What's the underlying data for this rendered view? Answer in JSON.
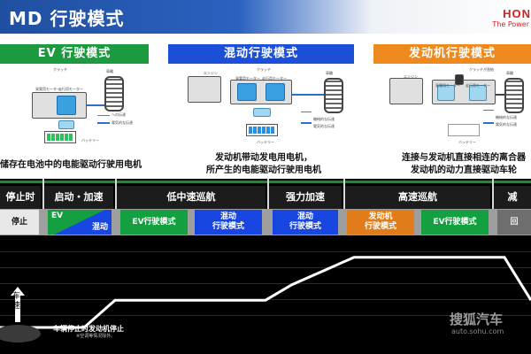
{
  "header": {
    "title": "MD 行驶模式",
    "logo": "HON",
    "logo_sub": "The Power"
  },
  "modes": [
    {
      "title": "EV 行驶模式",
      "color": "#1b9a40",
      "description": "储存在电池中的电能驱动行驶用电机",
      "diagram_labels": [
        "クラッチ",
        "発電用モーター",
        "走行用モーター",
        "車輪",
        "駆動輪",
        "への伝達",
        "電気的な伝達",
        "バッテリー"
      ]
    },
    {
      "title": "混动行驶模式",
      "color": "#1c4fd8",
      "description": "发动机带动发电用电机，\n所产生的电能驱动行驶用电机",
      "diagram_labels": [
        "エンジン",
        "クラッチ",
        "発電用モーター",
        "走行用モーター",
        "車輪",
        "機械的な伝達",
        "電気的な伝達",
        "バッテリー"
      ]
    },
    {
      "title": "发动机行驶模式",
      "color": "#ee8a1d",
      "description": "连接与发动机直接相连的离合器\n发动机的动力直接驱动车轮",
      "diagram_labels": [
        "エンジン",
        "クラッチが直結",
        "発電用モーター",
        "走行用モーター",
        "車輪",
        "機械的な伝達",
        "電気的な伝達",
        "バッテリー"
      ]
    }
  ],
  "timeline": {
    "phases": [
      "停止时",
      "启动・加速",
      "低中速巡航",
      "强力加速",
      "高速巡航",
      "减"
    ],
    "chips": [
      {
        "label": "停止",
        "style": "light"
      },
      {
        "label_a": "EV",
        "label_b": "混动",
        "style": "split"
      },
      {
        "label": "EV行驶模式",
        "style": "green"
      },
      {
        "label": "混动\n行驶模式",
        "style": "blue"
      },
      {
        "label": "混动\n行驶模式",
        "style": "blue"
      },
      {
        "label": "发动机\n行驶模式",
        "style": "orange"
      },
      {
        "label": "EV行驶模式",
        "style": "green"
      },
      {
        "label": "回",
        "style": "grey"
      }
    ],
    "y_axis_label": "车速",
    "note": "车辆停止时发动机停止",
    "note_sub": "※空调等情况除外。",
    "watermark": "搜狐汽车",
    "watermark_sub": "auto.sohu.com"
  },
  "chart_data": {
    "type": "line",
    "title": "",
    "xlabel": "",
    "ylabel": "车速",
    "x": [
      0,
      1,
      2,
      3,
      4,
      5,
      6,
      7,
      8,
      9
    ],
    "series": [
      {
        "values": [
          0,
          0,
          0.35,
          0.35,
          0.35,
          0.55,
          0.9,
          0.9,
          0.9,
          0.35
        ]
      }
    ]
  },
  "colors": {
    "ev": "#14a040",
    "hybrid": "#1846e0",
    "engine": "#e07d1a",
    "header": "#1f4fa0",
    "logo": "#d81e1e"
  }
}
